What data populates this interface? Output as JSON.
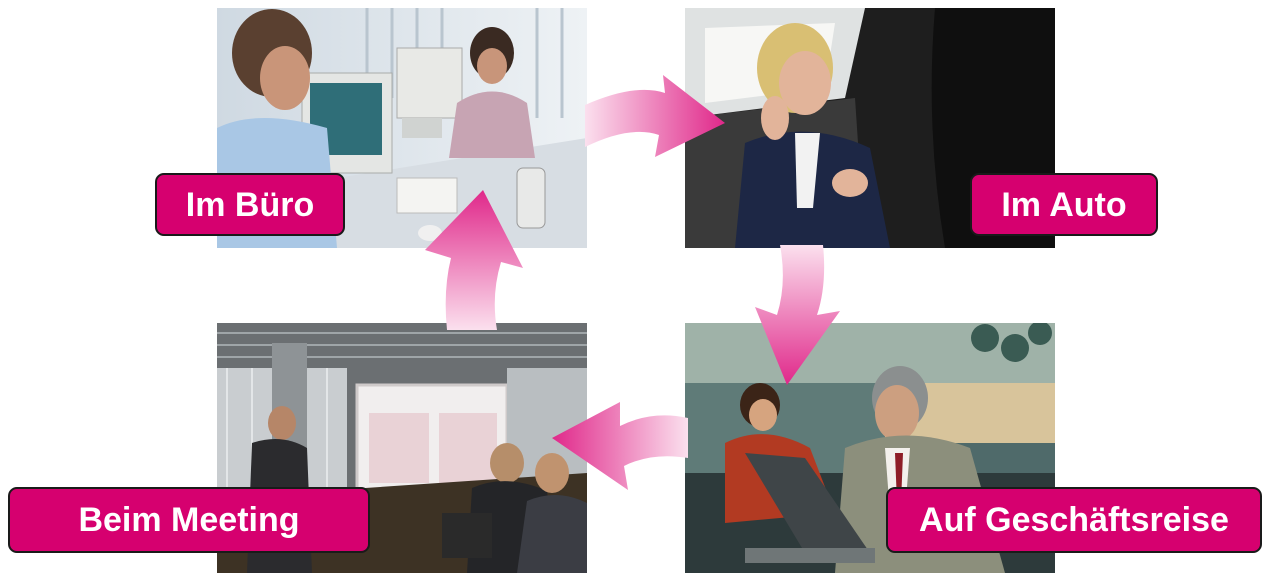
{
  "labels": {
    "office": "Im Büro",
    "car": "Im Auto",
    "meeting": "Beim Meeting",
    "travel": "Auf Geschäftsreise"
  },
  "colors": {
    "label_fill": "#d6006f",
    "label_border": "#1a1a1a",
    "arrow_light": "#fbe0ee",
    "arrow_dark": "#e0288a"
  },
  "cycle_order": [
    "office",
    "car",
    "travel",
    "meeting"
  ]
}
